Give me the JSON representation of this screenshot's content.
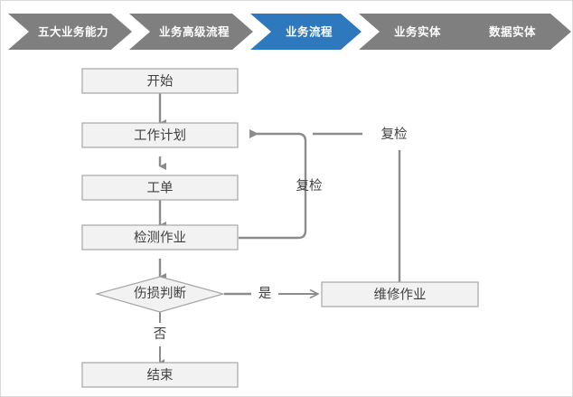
{
  "breadcrumb": {
    "active_index": 2,
    "active_color": "#2e79bd",
    "inactive_color": "#7f7f7f",
    "items": [
      {
        "label": "五大业务能力"
      },
      {
        "label": "业务高级流程"
      },
      {
        "label": "业务流程"
      },
      {
        "label": "业务实体"
      },
      {
        "label": "数据实体"
      }
    ]
  },
  "flowchart": {
    "node_fill": "#f2f2f2",
    "node_stroke": "#a6a6a6",
    "line_color": "#8c8c8c",
    "nodes": [
      {
        "id": "start",
        "label": "开始",
        "shape": "rect"
      },
      {
        "id": "plan",
        "label": "工作计划",
        "shape": "rect"
      },
      {
        "id": "order",
        "label": "工单",
        "shape": "rect"
      },
      {
        "id": "inspect",
        "label": "检测作业",
        "shape": "rect"
      },
      {
        "id": "judge",
        "label": "伤损判断",
        "shape": "diamond"
      },
      {
        "id": "repair",
        "label": "维修作业",
        "shape": "rect"
      },
      {
        "id": "end",
        "label": "结束",
        "shape": "rect"
      }
    ],
    "edge_labels": {
      "recheck_inner": "复检",
      "recheck_outer": "复检",
      "yes": "是",
      "no": "否"
    }
  }
}
